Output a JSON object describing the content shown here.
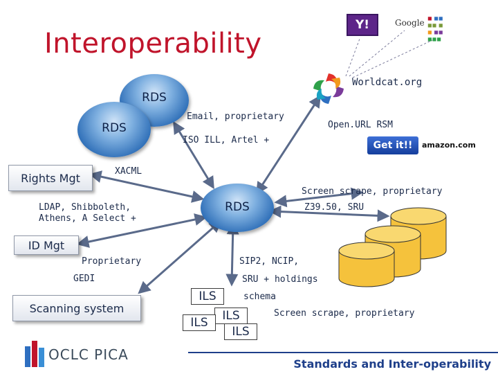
{
  "title": "Interoperability",
  "rds_back": "RDS",
  "rds_front": "RDS",
  "rds_center": "RDS",
  "rights_mgt": "Rights Mgt",
  "id_mgt": "ID Mgt",
  "scanning_system": "Scanning system",
  "xacml": "XACML",
  "email_proprietary": "Email, proprietary",
  "iso_ill": "ISO ILL, Artel +",
  "openurl": "Open.URL RSM",
  "worldcat": "Worldcat.org",
  "screen_scrape_top": "Screen scrape, proprietary",
  "z3950": "Z39.50, SRU",
  "ldap": "LDAP, Shibboleth,",
  "athens": "Athens, A Select +",
  "proprietary": "Proprietary",
  "gedi": "GEDI",
  "sip2": "SIP2, NCIP,",
  "sru_holdings": "SRU + holdings",
  "schema": "schema",
  "screen_scrape_bottom": "Screen scrape, proprietary",
  "ils": [
    "ILS",
    "ILS",
    "ILS",
    "ILS"
  ],
  "getit": "Get it!!",
  "footer": "Standards and Inter-operability",
  "logos": {
    "yahoo": "Y!",
    "google": "Google",
    "amazon": "amazon.com",
    "oclc": "OCLC PICA"
  },
  "colors": {
    "title": "#c0142b",
    "text": "#1b2a4a",
    "arrow": "#5a6a8a",
    "cylinder": "#f5c23c",
    "footer": "#1e3f8a"
  }
}
